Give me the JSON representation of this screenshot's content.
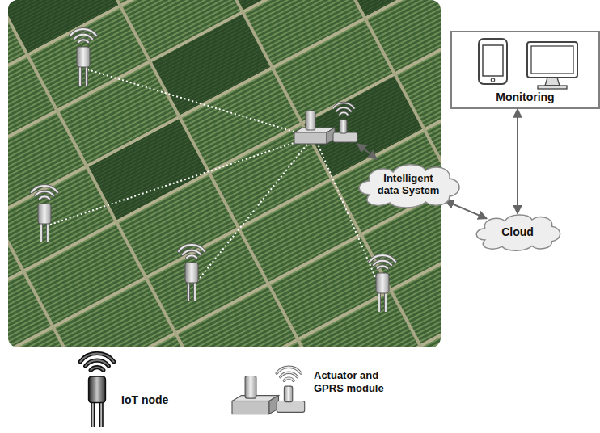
{
  "diagram": {
    "nodes": [
      {
        "text": [
          "Monitoring"
        ]
      },
      {
        "text": [
          "Intelligent data System"
        ]
      },
      {
        "text": [
          "Cloud"
        ]
      }
    ],
    "edges": [
      {
        "from": 1,
        "to": 2,
        "arrow": "both"
      },
      {
        "from": 2,
        "to": 0,
        "arrow": "both"
      }
    ],
    "legend": [
      {
        "text": "IoT node"
      },
      {
        "text": "Actuator and GPRS module"
      }
    ]
  }
}
